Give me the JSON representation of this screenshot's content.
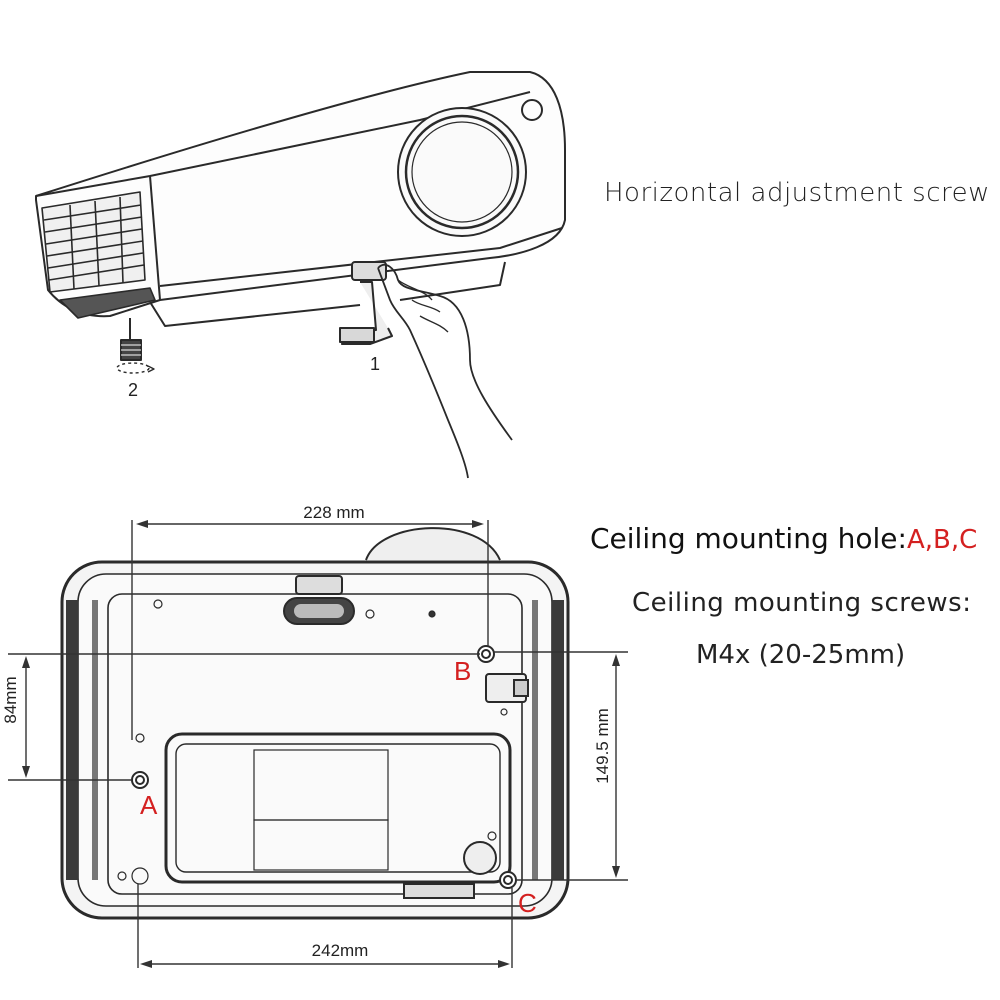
{
  "side_view": {
    "step1_label": "1",
    "step2_label": "2",
    "annotation": "Horizontal adjustment screw"
  },
  "bottom_view": {
    "dim_top": "228 mm",
    "dim_bottom": "242mm",
    "dim_left": "84mm",
    "dim_right": "149.5 mm",
    "hole_a": "A",
    "hole_b": "B",
    "hole_c": "C"
  },
  "notes": {
    "hole_label": "Ceiling mounting hole:",
    "hole_letters": "A,B,C",
    "screws_label": "Ceiling mounting screws:",
    "screw_spec": "M4x (20-25mm)"
  },
  "colors": {
    "line": "#2a2a2a",
    "dim_line": "#333333",
    "hole_letters": "#d42020",
    "body_fill": "#f4f4f4"
  }
}
